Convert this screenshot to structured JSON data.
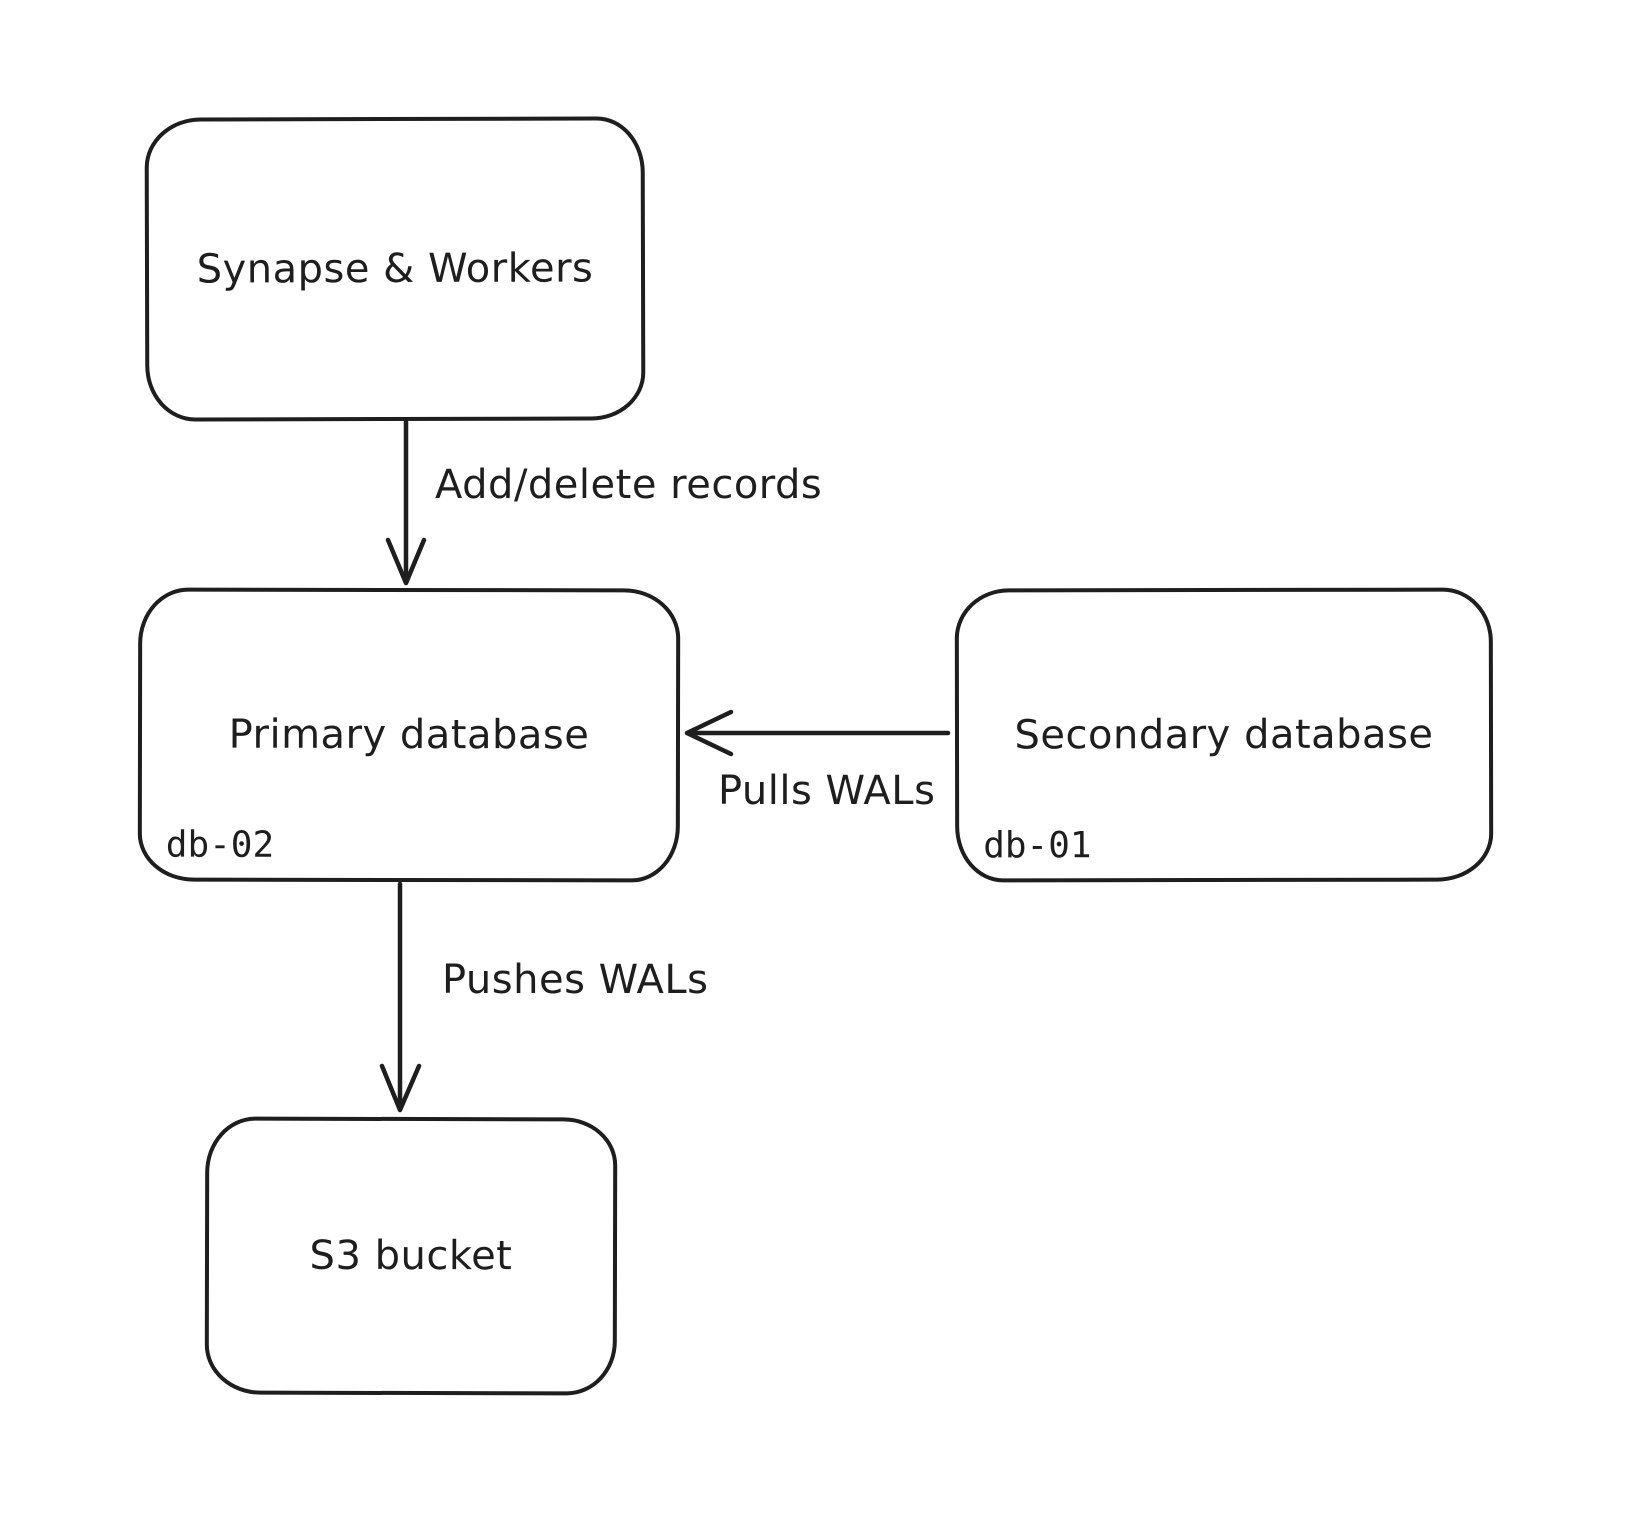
{
  "diagram": {
    "type": "flowchart",
    "colors": {
      "stroke": "#1e1e1e",
      "background": "#ffffff"
    },
    "nodes": {
      "synapse": {
        "label": "Synapse & Workers"
      },
      "primary": {
        "label": "Primary database",
        "sublabel": "db-02"
      },
      "secondary": {
        "label": "Secondary database",
        "sublabel": "db-01"
      },
      "s3": {
        "label": "S3 bucket"
      }
    },
    "edges": {
      "add_delete": {
        "label": "Add/delete records",
        "from": "synapse",
        "to": "primary",
        "direction": "down"
      },
      "pulls": {
        "label": "Pulls WALs",
        "from": "secondary",
        "to": "primary",
        "direction": "left"
      },
      "pushes": {
        "label": "Pushes WALs",
        "from": "primary",
        "to": "s3",
        "direction": "down"
      }
    }
  }
}
